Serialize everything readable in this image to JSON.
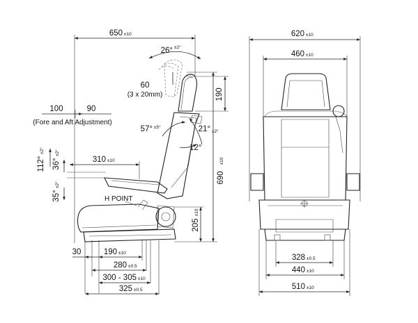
{
  "side_view": {
    "overall_depth": {
      "value": "650",
      "tol": "±10"
    },
    "recline_angle": {
      "value": "26°",
      "tol": "±2°"
    },
    "headrest_adjust": {
      "value": "60",
      "note": "(3 x 20mm)"
    },
    "headrest_height": {
      "value": "190"
    },
    "fore_aft_1": {
      "value": "100"
    },
    "fore_aft_2": {
      "value": "90"
    },
    "fore_aft_label": "(Fore and Aft Adjustment)",
    "back_angle_1": {
      "value": "57°",
      "tol": "±5°"
    },
    "back_angle_2": {
      "value": "21°",
      "tol": "±2°"
    },
    "back_angle_3": {
      "value": "12°"
    },
    "armrest_up": {
      "value": "112°",
      "tol": "±2°"
    },
    "armrest_angle": {
      "value": "36°",
      "tol": "±2°"
    },
    "armrest_down": {
      "value": "35°",
      "tol": "±2°"
    },
    "armrest_length": {
      "value": "310",
      "tol": "±10"
    },
    "overall_height": {
      "value": "690",
      "tol": "±10"
    },
    "h_point": "H POINT",
    "seat_height": {
      "value": "205",
      "tol": "±10"
    },
    "offset_30": {
      "value": "30"
    },
    "rail_190": {
      "value": "190",
      "tol": "±10"
    },
    "rail_280": {
      "value": "280",
      "tol": "±0.5"
    },
    "rail_300": {
      "value": "300 - 305",
      "tol": "±10"
    },
    "rail_325": {
      "value": "325",
      "tol": "±0.5"
    }
  },
  "front_view": {
    "overall_width": {
      "value": "620",
      "tol": "±10"
    },
    "back_width": {
      "value": "460",
      "tol": "±10"
    },
    "rail_328": {
      "value": "328",
      "tol": "±0.5"
    },
    "rail_440": {
      "value": "440",
      "tol": "±10"
    },
    "base_width": {
      "value": "510",
      "tol": "±10"
    }
  }
}
